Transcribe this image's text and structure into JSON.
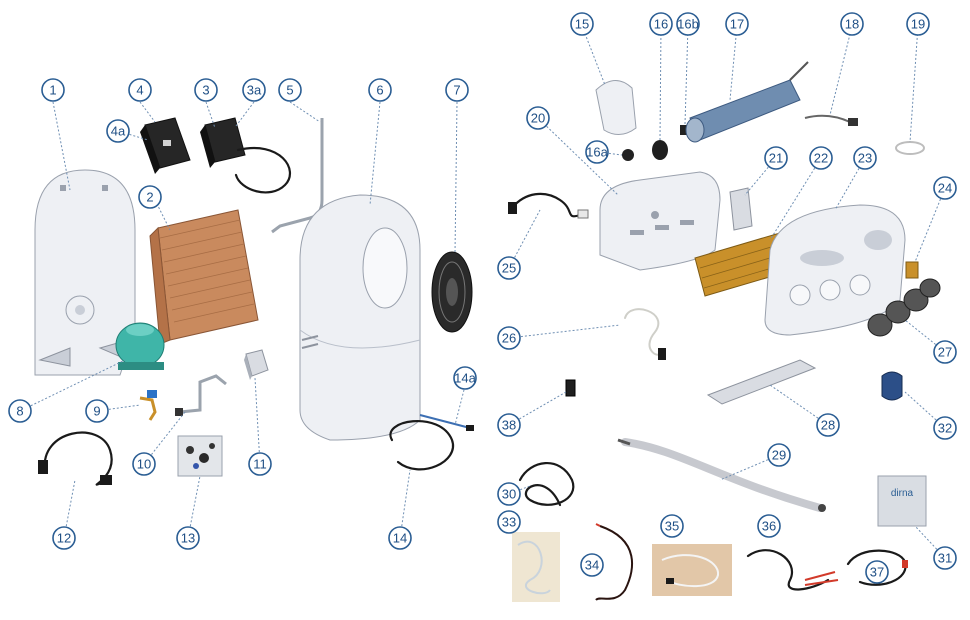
{
  "parts": [
    {
      "id": "p1",
      "label": "1"
    },
    {
      "id": "p2",
      "label": "2"
    },
    {
      "id": "p3",
      "label": "3"
    },
    {
      "id": "p3a",
      "label": "3a"
    },
    {
      "id": "p4",
      "label": "4"
    },
    {
      "id": "p4a",
      "label": "4a"
    },
    {
      "id": "p5",
      "label": "5"
    },
    {
      "id": "p6",
      "label": "6"
    },
    {
      "id": "p7",
      "label": "7"
    },
    {
      "id": "p8",
      "label": "8"
    },
    {
      "id": "p9",
      "label": "9"
    },
    {
      "id": "p10",
      "label": "10"
    },
    {
      "id": "p11",
      "label": "11"
    },
    {
      "id": "p12",
      "label": "12"
    },
    {
      "id": "p13",
      "label": "13"
    },
    {
      "id": "p14",
      "label": "14"
    },
    {
      "id": "p14a",
      "label": "14a"
    },
    {
      "id": "p15",
      "label": "15"
    },
    {
      "id": "p16",
      "label": "16"
    },
    {
      "id": "p16a",
      "label": "16a"
    },
    {
      "id": "p16b",
      "label": "16b"
    },
    {
      "id": "p17",
      "label": "17"
    },
    {
      "id": "p18",
      "label": "18"
    },
    {
      "id": "p19",
      "label": "19"
    },
    {
      "id": "p20",
      "label": "20"
    },
    {
      "id": "p21",
      "label": "21"
    },
    {
      "id": "p22",
      "label": "22"
    },
    {
      "id": "p23",
      "label": "23"
    },
    {
      "id": "p24",
      "label": "24"
    },
    {
      "id": "p25",
      "label": "25"
    },
    {
      "id": "p26",
      "label": "26"
    },
    {
      "id": "p27",
      "label": "27"
    },
    {
      "id": "p28",
      "label": "28"
    },
    {
      "id": "p29",
      "label": "29"
    },
    {
      "id": "p30",
      "label": "30"
    },
    {
      "id": "p31",
      "label": "31"
    },
    {
      "id": "p32",
      "label": "32"
    },
    {
      "id": "p33",
      "label": "33"
    },
    {
      "id": "p34",
      "label": "34"
    },
    {
      "id": "p35",
      "label": "35"
    },
    {
      "id": "p36",
      "label": "36"
    },
    {
      "id": "p37",
      "label": "37"
    },
    {
      "id": "p38",
      "label": "38"
    }
  ],
  "package_label": "dirna",
  "colors": {
    "badge_stroke": "#2a5d93",
    "badge_text": "#1f4f85",
    "leader": "#6f8fb3",
    "copper": "#c98a5e",
    "compressor": "#3fb5a8",
    "gold": "#c9902a"
  }
}
